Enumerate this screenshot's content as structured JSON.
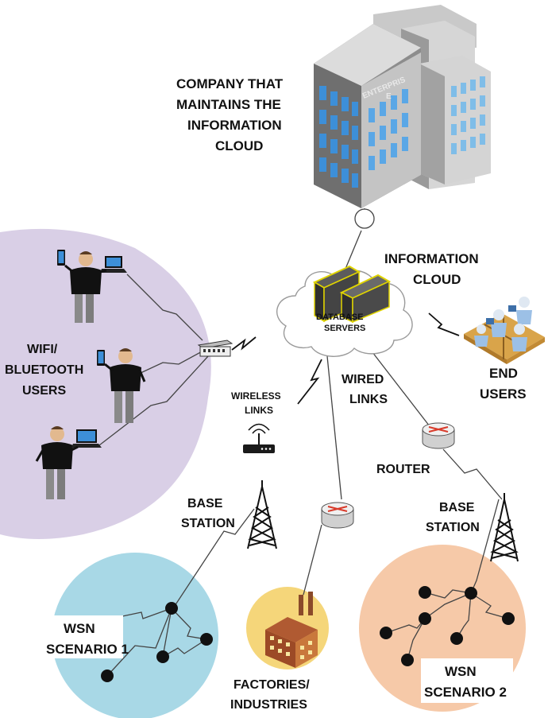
{
  "labels": {
    "company": [
      "COMPANY THAT",
      "MAINTAINS THE",
      "INFORMATION",
      "CLOUD"
    ],
    "cloud": [
      "INFORMATION",
      "CLOUD"
    ],
    "database": [
      "DATABASE",
      "SERVERS"
    ],
    "wifi_users": [
      "WIFI/",
      "BLUETOOTH",
      "USERS"
    ],
    "end_users": [
      "END",
      "USERS"
    ],
    "wireless_links": [
      "WIRELESS",
      "LINKS"
    ],
    "wired_links": [
      "WIRED",
      "LINKS"
    ],
    "router": "ROUTER",
    "base_station_left": [
      "BASE",
      "STATION"
    ],
    "base_station_right": [
      "BASE",
      "STATION"
    ],
    "wsn1": [
      "WSN",
      "SCENARIO 1"
    ],
    "wsn2": [
      "WSN",
      "SCENARIO 2"
    ],
    "factories": [
      "FACTORIES/",
      "INDUSTRIES"
    ],
    "building_brand": [
      "ENTERPRIS",
      "E"
    ]
  },
  "colors": {
    "wifi_zone": "#d9cfe6",
    "wsn1_zone": "#a8d8e6",
    "wsn2_zone": "#f6c9a8",
    "factory_zone": "#f5d67a",
    "window_blue": "#3d8fd8",
    "server_outline": "#e0d400"
  },
  "icons": {
    "building": "office-building-icon",
    "cloud": "cloud-icon",
    "servers": "server-rack-icon",
    "switch": "network-switch-icon",
    "wireless_router": "wireless-router-icon",
    "router": "router-icon",
    "tower": "cell-tower-icon",
    "person": "person-with-device-icon",
    "factory": "factory-icon",
    "workstations": "office-workstations-icon"
  }
}
